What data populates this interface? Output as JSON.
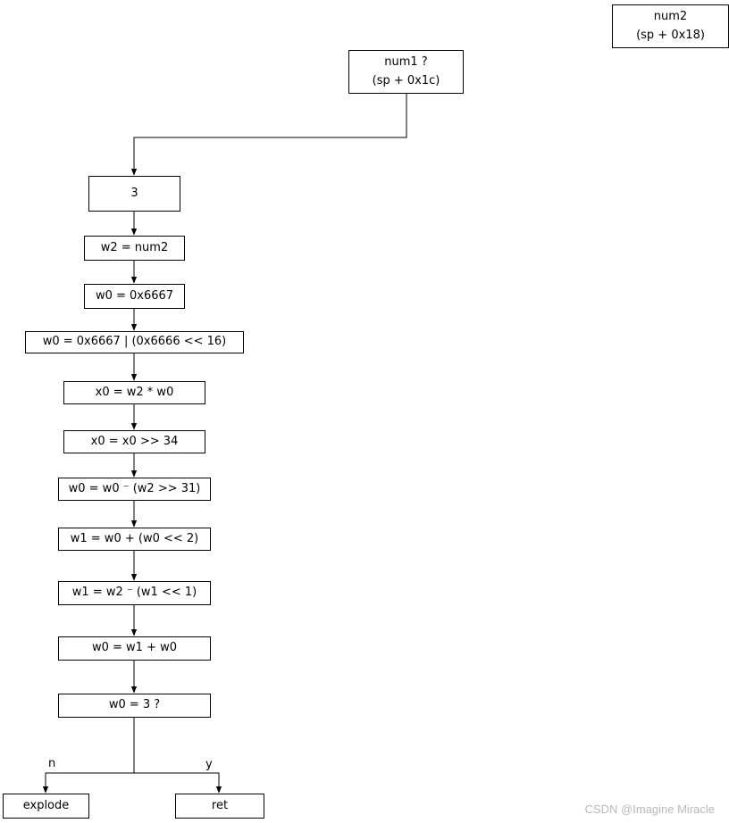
{
  "diagram": {
    "nodes": {
      "num2": {
        "line1": "num2",
        "line2": "(sp + 0x18)"
      },
      "num1": {
        "line1": "num1 ?",
        "line2": "(sp + 0x1c)"
      },
      "n3": "3",
      "w2_num2": "w2 = num2",
      "w0_6667": "w0 = 0x6667",
      "w0_or": "w0 = 0x6667 | (0x6666 << 16)",
      "x0_mul": "x0 = w2 * w0",
      "x0_shr": "x0 = x0 >> 34",
      "w0_sub": "w0 = w0 ⁻ (w2 >> 31)",
      "w1_add": "w1 = w0 + (w0 << 2)",
      "w1_sub": "w1 = w2 ⁻ (w1 << 1)",
      "w0_add": "w0 = w1 + w0",
      "w0_cmp": "w0 = 3 ?",
      "explode": "explode",
      "ret": "ret"
    },
    "edge_labels": {
      "no": "n",
      "yes": "y"
    }
  },
  "watermark": "CSDN @Imagine Miracle"
}
